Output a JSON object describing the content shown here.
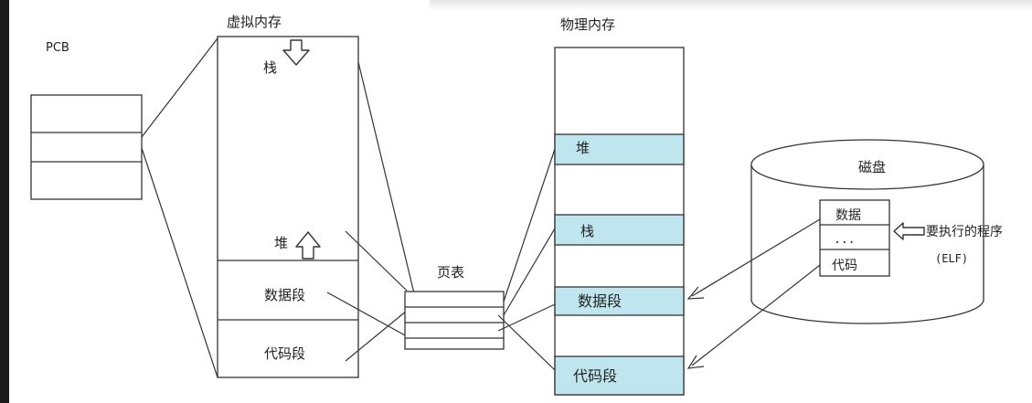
{
  "labels": {
    "pcb": "PCB",
    "virtual_memory": "虚拟内存",
    "physical_memory": "物理内存",
    "page_table": "页表",
    "disk": "磁盘",
    "program_to_run": "要执行的程序",
    "elf": "(ELF)"
  },
  "virtual_memory": {
    "stack": "栈",
    "heap": "堆",
    "data_segment": "数据段",
    "code_segment": "代码段"
  },
  "physical_memory": {
    "heap": "堆",
    "stack": "栈",
    "data_segment": "数据段",
    "code_segment": "代码段"
  },
  "disk_file": {
    "data": "数据",
    "ellipsis": "...",
    "code": "代码"
  },
  "colors": {
    "highlight": "#bfe6ee",
    "stroke": "#333333"
  }
}
